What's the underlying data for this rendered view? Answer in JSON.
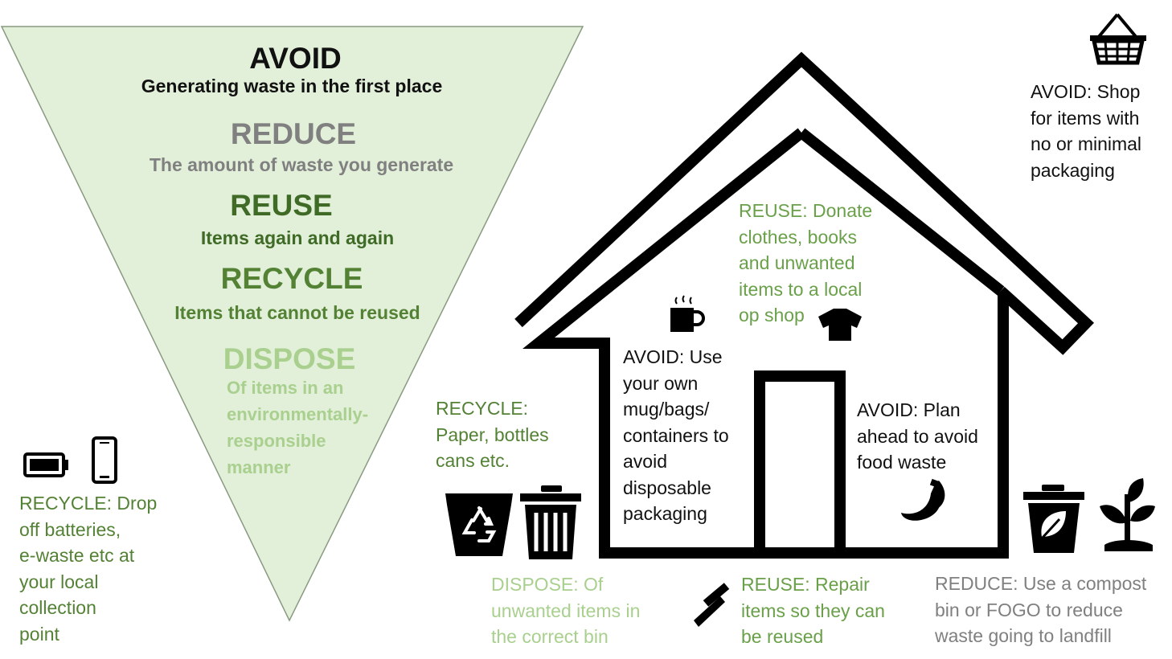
{
  "colors": {
    "pyramid_fill": "#e2efd9",
    "house_stroke": "#000000",
    "avoid": "#111111",
    "reduce": "#808080",
    "reuse": "#3f6b27",
    "recycle": "#548235",
    "dispose": "#a9d08e"
  },
  "pyramid": {
    "avoid": {
      "title": "AVOID",
      "subtitle": "Generating waste in the first place"
    },
    "reduce": {
      "title": "REDUCE",
      "subtitle": "The amount of waste you generate"
    },
    "reuse": {
      "title": "REUSE",
      "subtitle": "Items again and again"
    },
    "recycle": {
      "title": "RECYCLE",
      "subtitle": "Items that cannot be reused"
    },
    "dispose": {
      "title": "DISPOSE",
      "subtitle": "Of items in an\nenvironmentally-\nresponsible\nmanner"
    }
  },
  "notes": {
    "shop": "AVOID: Shop\nfor items with\nno or minimal\npackaging",
    "donate": "REUSE: Donate\nclothes, books\nand unwanted\nitems to a local\nop shop",
    "mug": "AVOID: Use\nyour own\nmug/bags/\ncontainers to\navoid\ndisposable\npackaging",
    "plan": "AVOID: Plan\nahead to avoid\nfood waste",
    "recycle_paper": "RECYCLE:\nPaper, bottles\ncans etc.",
    "recycle_batteries": "RECYCLE: Drop\noff batteries,\ne-waste etc at\nyour local\ncollection\npoint",
    "dispose_bin": "DISPOSE: Of\nunwanted items in\nthe correct bin",
    "repair": "REUSE: Repair\nitems so they can\nbe reused",
    "compost": "REDUCE: Use a compost\nbin or FOGO to reduce\nwaste going to landfill"
  },
  "icons": [
    "shopping-basket-icon",
    "coffee-mug-icon",
    "t-shirt-icon",
    "banana-icon",
    "battery-icon",
    "mobile-phone-icon",
    "recycling-bin-icon",
    "rubbish-bin-icon",
    "hammer-icon",
    "compost-bin-icon",
    "seedling-icon"
  ]
}
